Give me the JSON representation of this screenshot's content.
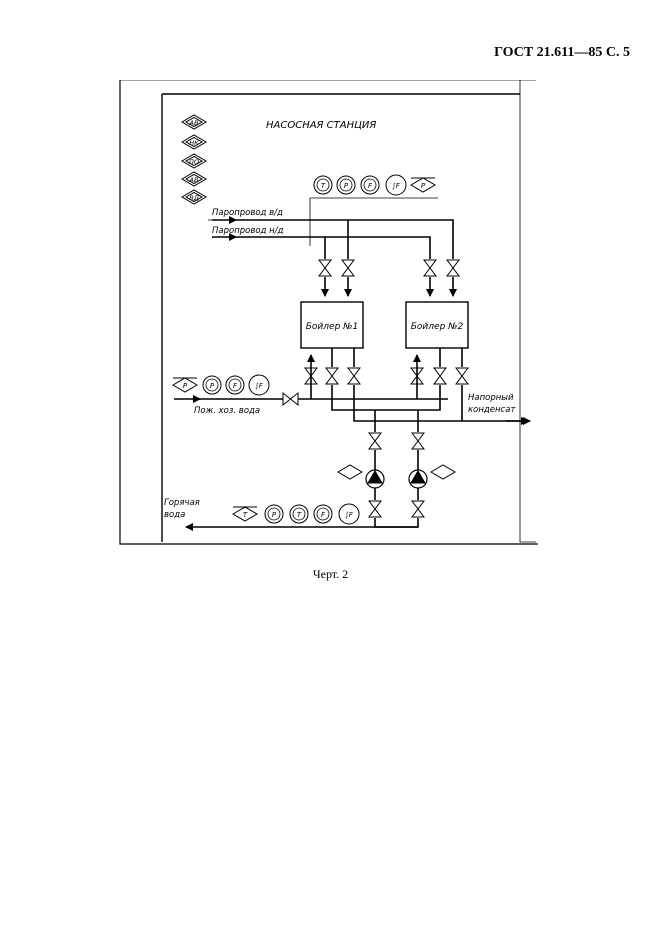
{
  "document": {
    "header": "ГОСТ 21.611—85 С. 5",
    "caption": "Черт. 2"
  },
  "diagram": {
    "title": "НАСОСНАЯ СТАНЦИЯ",
    "legend_codes": [
      "АВ",
      "НК",
      "ПО",
      "АВ",
      "ВД"
    ],
    "top_instruments": [
      "T",
      "P",
      "F",
      "∫F",
      "P"
    ],
    "left_instruments": [
      "P",
      "P",
      "F",
      "∫F"
    ],
    "bottom_instruments": [
      "T",
      "P",
      "T",
      "F",
      "∫F"
    ],
    "lines": {
      "steam_hp": "Паропровод в/д",
      "steam_lp": "Паропровод н/д",
      "water_in": "Пож. хоз. вода",
      "condensate_1": "Напорный",
      "condensate_2": "конденсат",
      "hot_water_1": "Горячая",
      "hot_water_2": "вода"
    },
    "boilers": [
      "Бойлер №1",
      "Бойлер №2"
    ]
  }
}
